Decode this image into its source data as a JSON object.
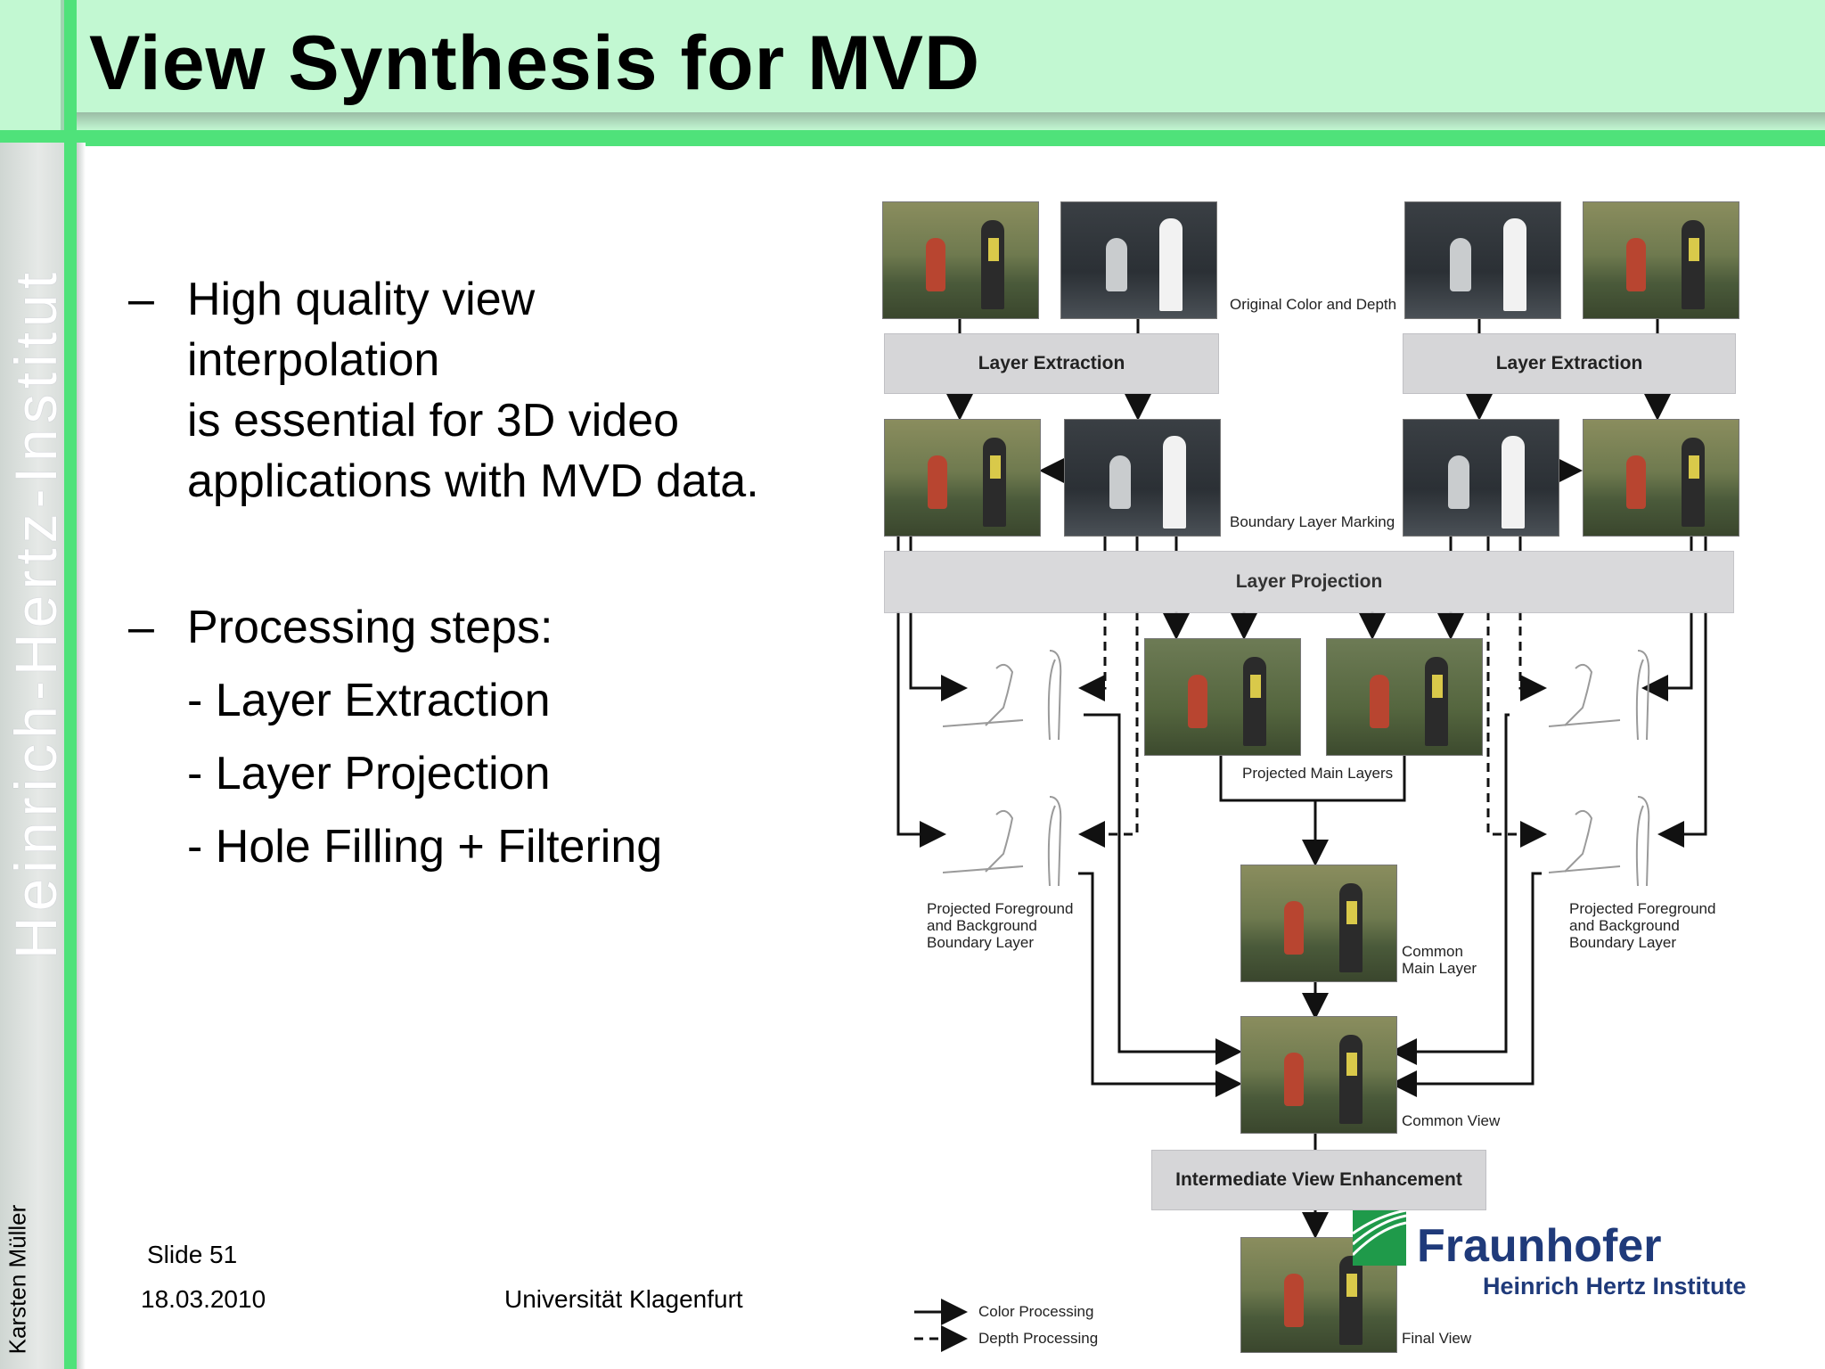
{
  "slide": {
    "title": "View Synthesis for MVD",
    "vertical_institute": "Heinrich-Hertz-Institut",
    "author": "Karsten Müller",
    "bullets": [
      {
        "dash": "–",
        "lines": [
          "High quality view",
          "interpolation",
          "is essential for 3D video",
          "applications  with MVD data."
        ]
      },
      {
        "dash": "–",
        "lines": [
          "Processing steps:",
          "- Layer Extraction",
          "- Layer Projection",
          "- Hole Filling + Filtering"
        ]
      }
    ],
    "footer": {
      "slide_number": "Slide 51",
      "date": "18.03.2010",
      "university": "Universität Klagenfurt"
    }
  },
  "diagram": {
    "labels": {
      "original": "Original Color and Depth",
      "layer_extraction_left": "Layer Extraction",
      "layer_extraction_right": "Layer Extraction",
      "boundary_marking": "Boundary Layer Marking",
      "layer_projection": "Layer Projection",
      "projected_main": "Projected Main Layers",
      "pfbl_left": [
        "Projected Foreground",
        "and Background",
        "Boundary Layer"
      ],
      "pfbl_right": [
        "Projected Foreground",
        "and Background",
        "Boundary Layer"
      ],
      "common_main": [
        "Common",
        "Main Layer"
      ],
      "common_view": "Common View",
      "enhancement": "Intermediate View Enhancement",
      "final_view": "Final View",
      "legend_color": "Color Processing",
      "legend_depth": "Depth Processing"
    }
  },
  "logo": {
    "name": "Fraunhofer",
    "institute": "Heinrich Hertz Institute",
    "color": "#1f3a7a",
    "accent": "#1f9a4a"
  },
  "theme": {
    "header_bg": "#c2f8d2",
    "stripe": "#4fe27a"
  }
}
